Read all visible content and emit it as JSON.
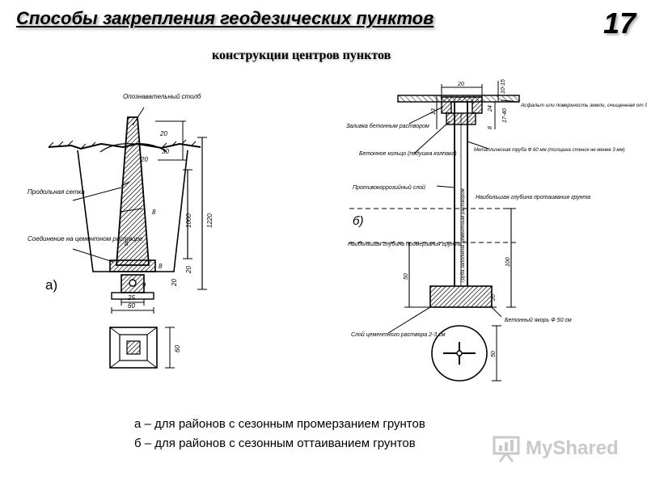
{
  "slide": {
    "title": "Способы закрепления геодезических пунктов",
    "number": "17",
    "subtitle": "конструкции центров пунктов"
  },
  "captions": {
    "a": "а – для районов с сезонным промерзанием грунтов",
    "b": "б – для районов с сезонным оттаиванием грунтов"
  },
  "diagram_a": {
    "marker": "а)",
    "labels": {
      "post": "Опознавательный столб",
      "grid": "Продольная сетка",
      "joint": "Соединение на цементном растворе",
      "rebar": "8"
    },
    "dims": {
      "d20_top": "20",
      "d30": "30",
      "d20_mid": "20",
      "d8a": "8",
      "d8b": "8",
      "d1000": "1000",
      "d20_low": "20",
      "d20_bot": "20",
      "d25": "25",
      "d60": "60",
      "d60v": "60",
      "total": "1220",
      "a_small": "а"
    }
  },
  "diagram_b": {
    "marker": "б)",
    "labels": {
      "fill": "Заливка бетонным раствором",
      "ring": "Бетонное кольцо (подушка колпака)",
      "pipe": "Металлическая труба Ф 60 мм (толщина стенок не менее 3 мм)",
      "asphalt": "Асфальт или поверхность земли, очищенная от дерна",
      "anticor": "Противокоррозийный слой",
      "thaw": "Наибольшая глубина протаивания грунта",
      "freeze": "Наибольшая глубина промерзания грунта",
      "pipe_vertical": "Труба заполнена цементным раствором",
      "cement": "Слой цементного раствора 2-3 см",
      "anchor": "Бетонный якорь Ф 50 см"
    },
    "dims": {
      "d20_top": "20",
      "d10_15": "10-15",
      "d13": "13",
      "d24": "24",
      "d8": "8",
      "d17_40": "17-40",
      "d100": "100",
      "d50": "50",
      "d20_anchor": "20",
      "d50_circle": "50"
    }
  },
  "watermark": {
    "text": "MyShared",
    "color": "#c9c9c9"
  }
}
